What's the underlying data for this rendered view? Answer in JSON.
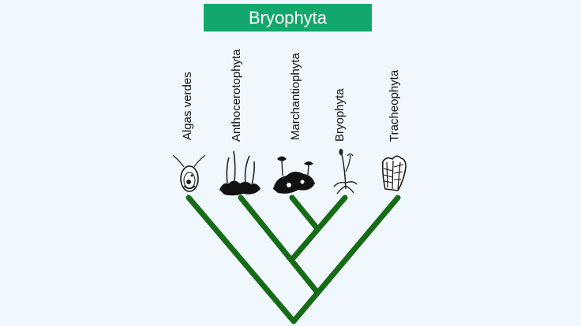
{
  "banner": {
    "title": "Bryophyta"
  },
  "taxa": [
    {
      "label": "Algas verdes",
      "icon": "green-algae-icon"
    },
    {
      "label": "Anthocerotophyta",
      "icon": "hornwort-icon"
    },
    {
      "label": "Marchantiophyta",
      "icon": "liverwort-icon"
    },
    {
      "label": "Bryophyta",
      "icon": "moss-icon"
    },
    {
      "label": "Tracheophyta",
      "icon": "vascular-plant-icon"
    }
  ],
  "colors": {
    "banner": "#13a86b",
    "branch": "#166b16",
    "background": "#f0f8fd"
  }
}
